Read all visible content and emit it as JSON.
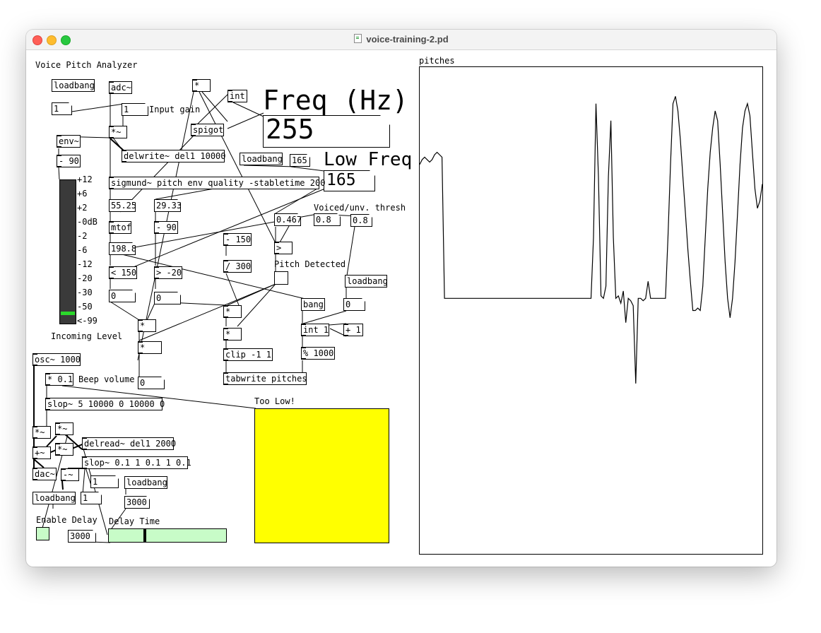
{
  "window": {
    "title": "voice-training-2.pd"
  },
  "patch": {
    "comment_title": "Voice Pitch Analyzer",
    "objects": {
      "loadbang1": "loadbang",
      "adc": "adc~",
      "mul1": "*",
      "int1": "int",
      "mul_sig": "*~",
      "spigot": "spigot",
      "env": "env~",
      "delwrite": "delwrite~ del1 10000",
      "minus90a": "- 90",
      "loadbang2": "loadbang",
      "sigmund": "sigmund~ pitch env quality -stabletime 200",
      "mtof": "mtof",
      "minus90b": "- 90",
      "minus150": "- 150",
      "greater": ">",
      "div300": "/ 300",
      "lt150": "< 150",
      "gtminus20": "> -20",
      "loadbang3": "loadbang",
      "bang": "bang",
      "mul2": "*",
      "mul3": "*",
      "mul4": "*",
      "mul5": "*",
      "int2": "int 1",
      "plus1": "+ 1",
      "clip": "clip -1 1",
      "mod1000": "% 1000",
      "tabwrite": "tabwrite pitches",
      "osc": "osc~ 1000",
      "mul01": "* 0.1",
      "slop1": "slop~ 5 10000 0 10000 0",
      "mulsig2": "*~",
      "mulsig3": "*~",
      "plussig": "+~",
      "mulsig4": "*~",
      "delread": "delread~ del1 2000",
      "dac": "dac~",
      "minussig": "-~",
      "slop2": "slop~ 0.1 1 0.1 1 0.1",
      "loadbang4": "loadbang",
      "loadbang5": "loadbang"
    },
    "atoms": {
      "one_a": "1",
      "one_b": "1",
      "v165": "165",
      "v5525": "55.25",
      "v2933": "29.33",
      "v0467": "0.467",
      "v08a": "0.8",
      "v08b": "0.8",
      "v1988": "198.8",
      "zero_a": "0",
      "zero_b": "0",
      "zero_c": "0",
      "zero_d": "0",
      "one_c": "1",
      "one_d": "1",
      "v3000a": "3000",
      "v3000b": "3000"
    },
    "comments": {
      "input_gain": "Input gain",
      "incoming_level": "Incoming Level",
      "voiced_thresh": "Voiced/unv. thresh",
      "pitch_detected": "Pitch Detected",
      "beep_volume": "Beep volume",
      "too_low": "Too Low!",
      "enable_delay": "Enable Delay",
      "delay_time": "Delay Time",
      "freq_hz": "Freq (Hz)",
      "low_freq": "Low Freq"
    },
    "freq_number": "255",
    "low_freq_number": "165",
    "vu_meter": {
      "scale": [
        "+12",
        "+6",
        "+2",
        "-0dB",
        "-2",
        "-6",
        "-12",
        "-20",
        "-30",
        "-50",
        "<-99"
      ],
      "level_db": -50
    },
    "delay_slider": {
      "value": 3000,
      "min": 0,
      "max": 10000
    },
    "too_low_color": "#ffff00",
    "toggle_color": "#c8fcc8"
  },
  "graph": {
    "name": "pitches",
    "array": [
      0.6,
      0.62,
      0.63,
      0.62,
      0.61,
      0.62,
      0.64,
      0.65,
      0.64,
      0.63,
      0.05,
      0.05,
      0.05,
      0.05,
      0.05,
      0.05,
      0.05,
      0.05,
      0.05,
      0.05,
      0.05,
      0.05,
      0.05,
      0.05,
      0.05,
      0.05,
      0.05,
      0.05,
      0.05,
      0.05,
      0.05,
      0.05,
      0.05,
      0.05,
      0.05,
      0.05,
      0.05,
      0.05,
      0.05,
      0.05,
      0.05,
      0.05,
      0.05,
      0.05,
      0.05,
      0.05,
      0.05,
      0.05,
      0.05,
      0.05,
      0.05,
      0.05,
      0.05,
      0.05,
      0.05,
      0.05,
      0.05,
      0.05,
      0.05,
      0.05,
      0.05,
      0.05,
      0.05,
      0.05,
      0.05,
      0.05,
      0.05,
      0.05,
      0.05,
      0.05,
      0.3,
      0.85,
      0.55,
      0.06,
      0.05,
      0.1,
      0.55,
      0.78,
      0.3,
      0.05,
      0.06,
      0.03,
      0.08,
      -0.05,
      0.05,
      0.04,
      0.02,
      -0.3,
      0.05,
      0.05,
      0.04,
      0.05,
      0.12,
      0.05,
      0.05,
      0.05,
      0.05,
      0.05,
      0.05,
      0.05,
      0.3,
      0.6,
      0.85,
      0.88,
      0.82,
      0.7,
      0.55,
      0.4,
      0.25,
      0.12,
      0.0,
      0.0,
      0.01,
      0.0,
      0.1,
      0.3,
      0.5,
      0.65,
      0.75,
      0.82,
      0.78,
      0.6,
      0.4,
      0.2,
      0.05,
      -0.03,
      0.05,
      0.2,
      0.4,
      0.6,
      0.75,
      0.82,
      0.85,
      0.8,
      0.65,
      0.5,
      0.42,
      0.45,
      0.52
    ]
  }
}
